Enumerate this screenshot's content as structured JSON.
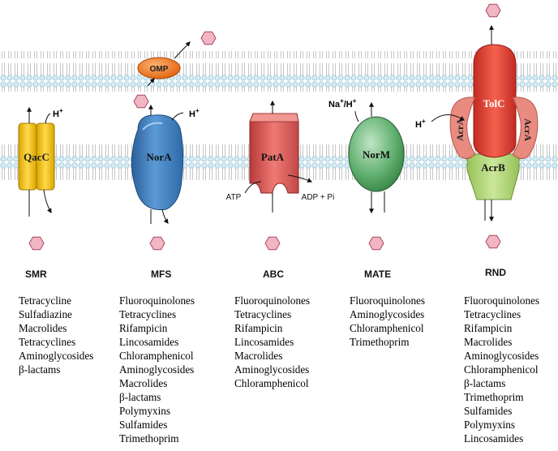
{
  "membranes": {
    "outer": "outer-membrane",
    "inner": "inner-membrane"
  },
  "labels": {
    "omp": "OMP",
    "qacc": "QacC",
    "nora": "NorA",
    "pata": "PatA",
    "norm": "NorM",
    "tolc": "TolC",
    "acra_left": "AcrA",
    "acra_right": "AcrA",
    "acrb": "AcrB",
    "h_qacc": "H",
    "h_nora": "H",
    "h_rnd": "H",
    "plus": "+",
    "na_norm": "Na",
    "slash_h": "/H",
    "atp": "ATP",
    "adp": "ADP + Pi"
  },
  "families": [
    {
      "name": "SMR",
      "drugs": [
        "Tetracycline",
        "Sulfadiazine",
        "Macrolides",
        "Tetracyclines",
        "Aminoglycosides",
        "β-lactams"
      ]
    },
    {
      "name": "MFS",
      "drugs": [
        "Fluoroquinolones",
        "Tetracyclines",
        "Rifampicin",
        "Lincosamides",
        "Chloramphenicol",
        "Aminoglycosides",
        "Macrolides",
        "β-lactams",
        "Polymyxins",
        "Sulfamides",
        "Trimethoprim"
      ]
    },
    {
      "name": "ABC",
      "drugs": [
        "Fluoroquinolones",
        "Tetracyclines",
        "Rifampicin",
        "Lincosamides",
        "Macrolides",
        "Aminoglycosides",
        "Chloramphenicol"
      ]
    },
    {
      "name": "MATE",
      "drugs": [
        "Fluoroquinolones",
        "Aminoglycosides",
        "Chloramphenicol",
        "Trimethoprim"
      ]
    },
    {
      "name": "RND",
      "drugs": [
        "Fluoroquinolones",
        "Tetracyclines",
        "Rifampicin",
        "Macrolides",
        "Aminoglycosides",
        "Chloramphenicol",
        "β-lactams",
        "Trimethoprim",
        "Sulfamides",
        "Polymyxins",
        "Lincosamides"
      ]
    }
  ],
  "colors": {
    "membrane_head": "#d6ecf4",
    "membrane_head_stroke": "#8fbccd",
    "membrane_tail": "#b8b8b8",
    "drug_fill": "#f2b5c3",
    "drug_stroke": "#a8485e",
    "qacc": "#f5c518",
    "nora": "#3f7fc0",
    "pata": "#e05a5a",
    "norm": "#55a768",
    "tolc": "#e8473b",
    "acra": "#e8857a",
    "acrb": "#b5d77a",
    "omp": "#f07a1e"
  }
}
